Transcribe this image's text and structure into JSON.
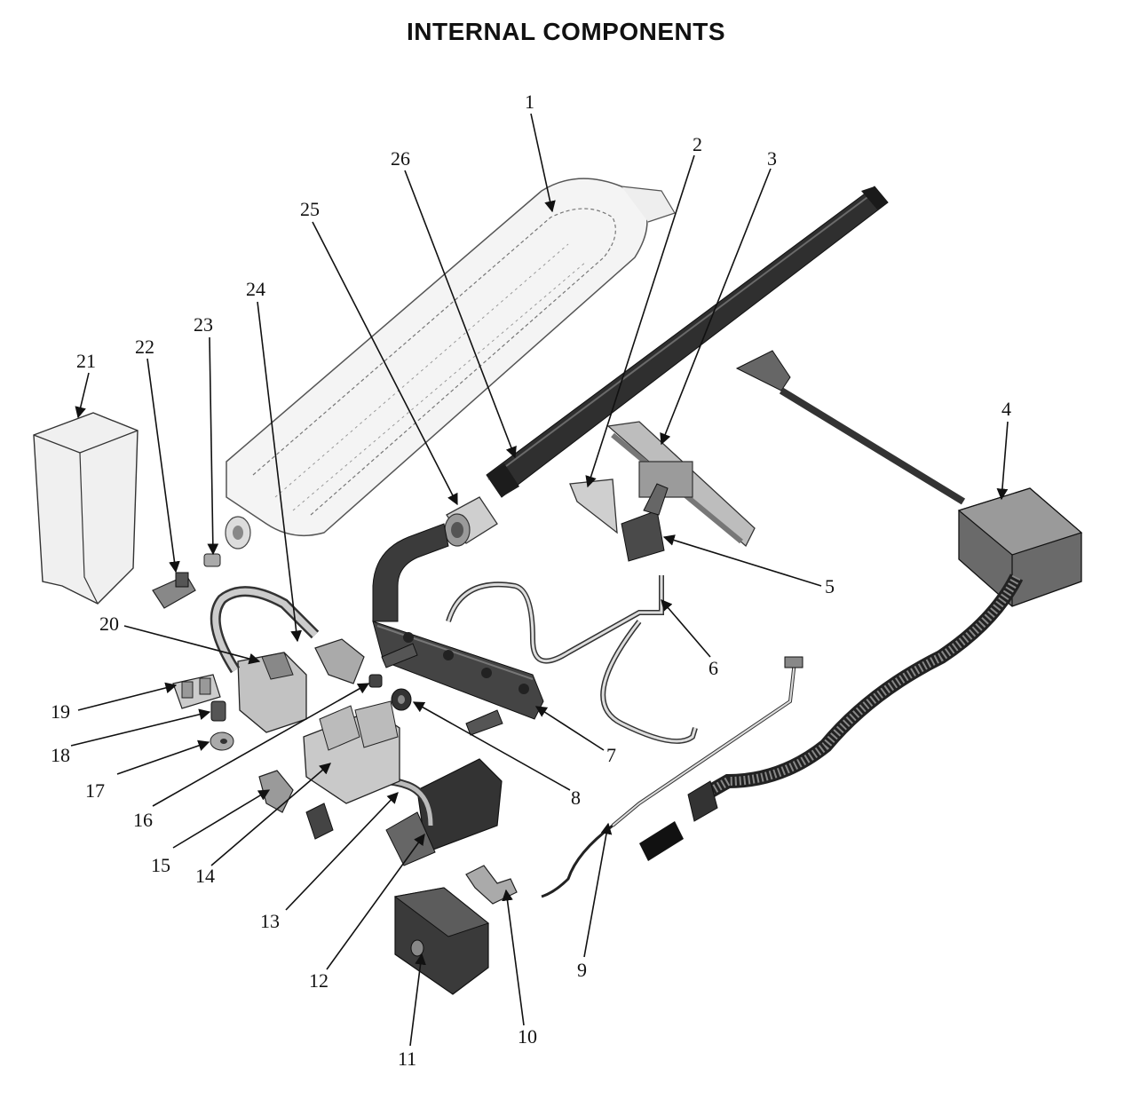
{
  "title": "INTERNAL COMPONENTS",
  "callouts": [
    "1",
    "2",
    "3",
    "4",
    "5",
    "6",
    "7",
    "8",
    "9",
    "10",
    "11",
    "12",
    "13",
    "14",
    "15",
    "16",
    "17",
    "18",
    "19",
    "20",
    "21",
    "22",
    "23",
    "24",
    "25",
    "26"
  ],
  "colors": {
    "ink": "#111111",
    "part_dark": "#3a3a3a",
    "part_mid": "#8a8a8a",
    "part_light": "#d9d9d9"
  }
}
